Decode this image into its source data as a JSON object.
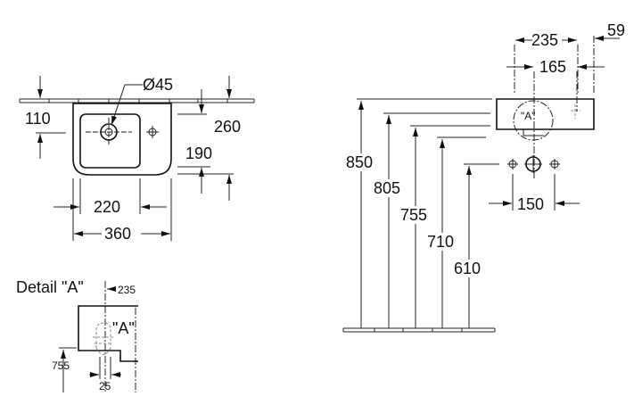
{
  "top_view": {
    "dimensions": {
      "tap_hole_diameter": "Ø45",
      "wall_to_tap": "110",
      "depth": "260",
      "basin_depth": "190",
      "basin_width": "220",
      "overall_width": "360"
    }
  },
  "detail": {
    "title": "Detail \"A\"",
    "marker": "\"A\"",
    "dimensions": {
      "offset": "235",
      "height": "755",
      "width": "25"
    }
  },
  "side_view": {
    "marker": "\"A\"",
    "dimensions": {
      "h850": "850",
      "h805": "805",
      "h755": "755",
      "h710": "710",
      "h610": "610",
      "w235": "235",
      "w165": "165",
      "w59": "59",
      "w150": "150"
    }
  }
}
